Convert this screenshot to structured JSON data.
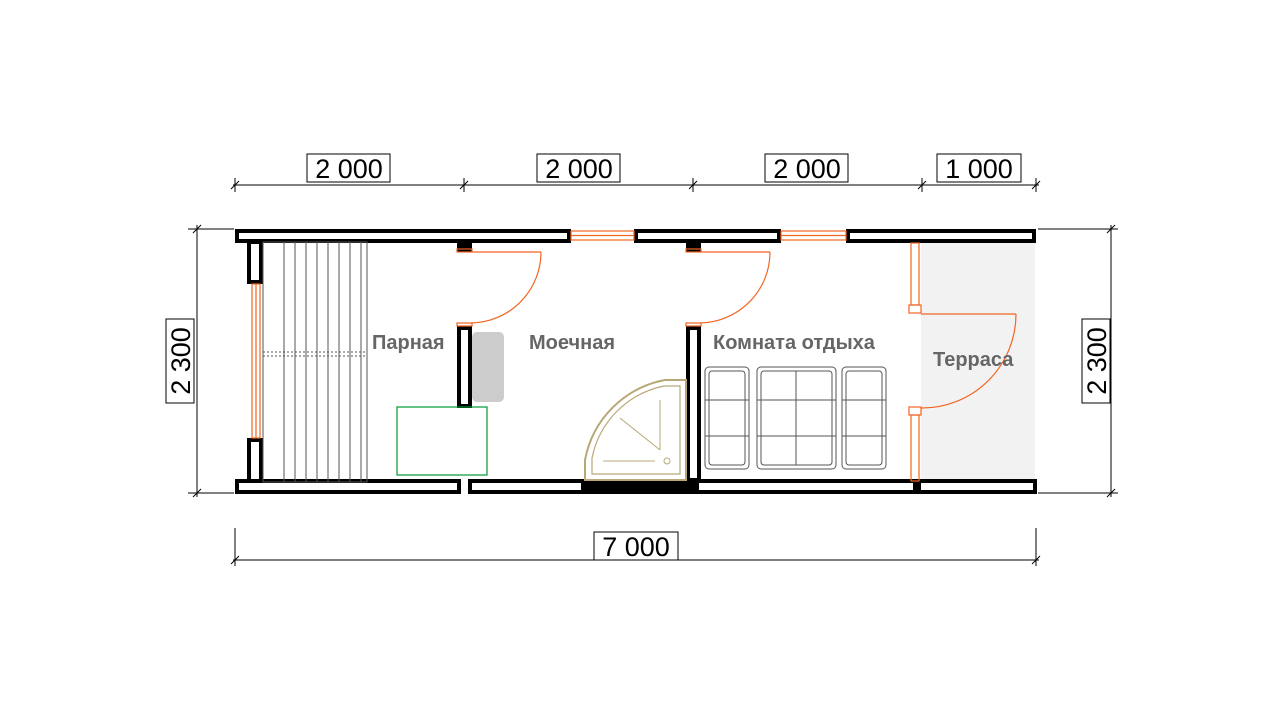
{
  "dimensions": {
    "top": [
      "2 000",
      "2 000",
      "2 000",
      "1 000"
    ],
    "bottom": "7 000",
    "left": "2 300",
    "right": "2 300"
  },
  "rooms": {
    "steam": "Парная",
    "wash": "Моечная",
    "rest": "Комната отдыха",
    "terrace": "Терраса"
  },
  "colors": {
    "wall": "#000000",
    "window_door": "#f26522",
    "terrace_fill": "#f2f2f2",
    "stove": "#cccccc",
    "tank": "#009933",
    "shower": "#b8a878",
    "furniture": "#555555",
    "room_label": "#666666"
  }
}
